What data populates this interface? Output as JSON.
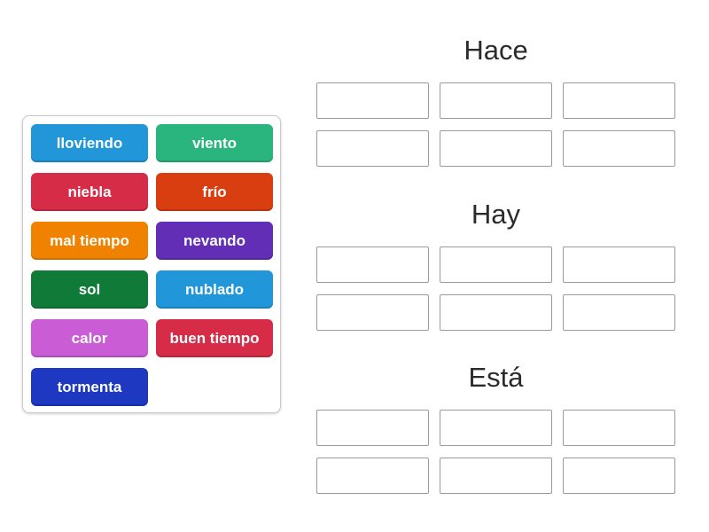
{
  "activity": {
    "kind": "group-sort",
    "tile_panel": {
      "tiles": [
        {
          "label": "lloviendo",
          "color": "#2196d9"
        },
        {
          "label": "viento",
          "color": "#2ab57e"
        },
        {
          "label": "niebla",
          "color": "#d62c47"
        },
        {
          "label": "frío",
          "color": "#d93e10"
        },
        {
          "label": "mal tiempo",
          "color": "#f08200"
        },
        {
          "label": "nevando",
          "color": "#612eb5"
        },
        {
          "label": "sol",
          "color": "#107a38"
        },
        {
          "label": "nublado",
          "color": "#2196d9"
        },
        {
          "label": "calor",
          "color": "#ca5cd6"
        },
        {
          "label": "buen tiempo",
          "color": "#d62c47"
        },
        {
          "label": "tormenta",
          "color": "#1e38c2"
        }
      ]
    },
    "groups": [
      {
        "title": "Hace",
        "slot_count": 6
      },
      {
        "title": "Hay",
        "slot_count": 6
      },
      {
        "title": "Está",
        "slot_count": 6
      }
    ]
  }
}
